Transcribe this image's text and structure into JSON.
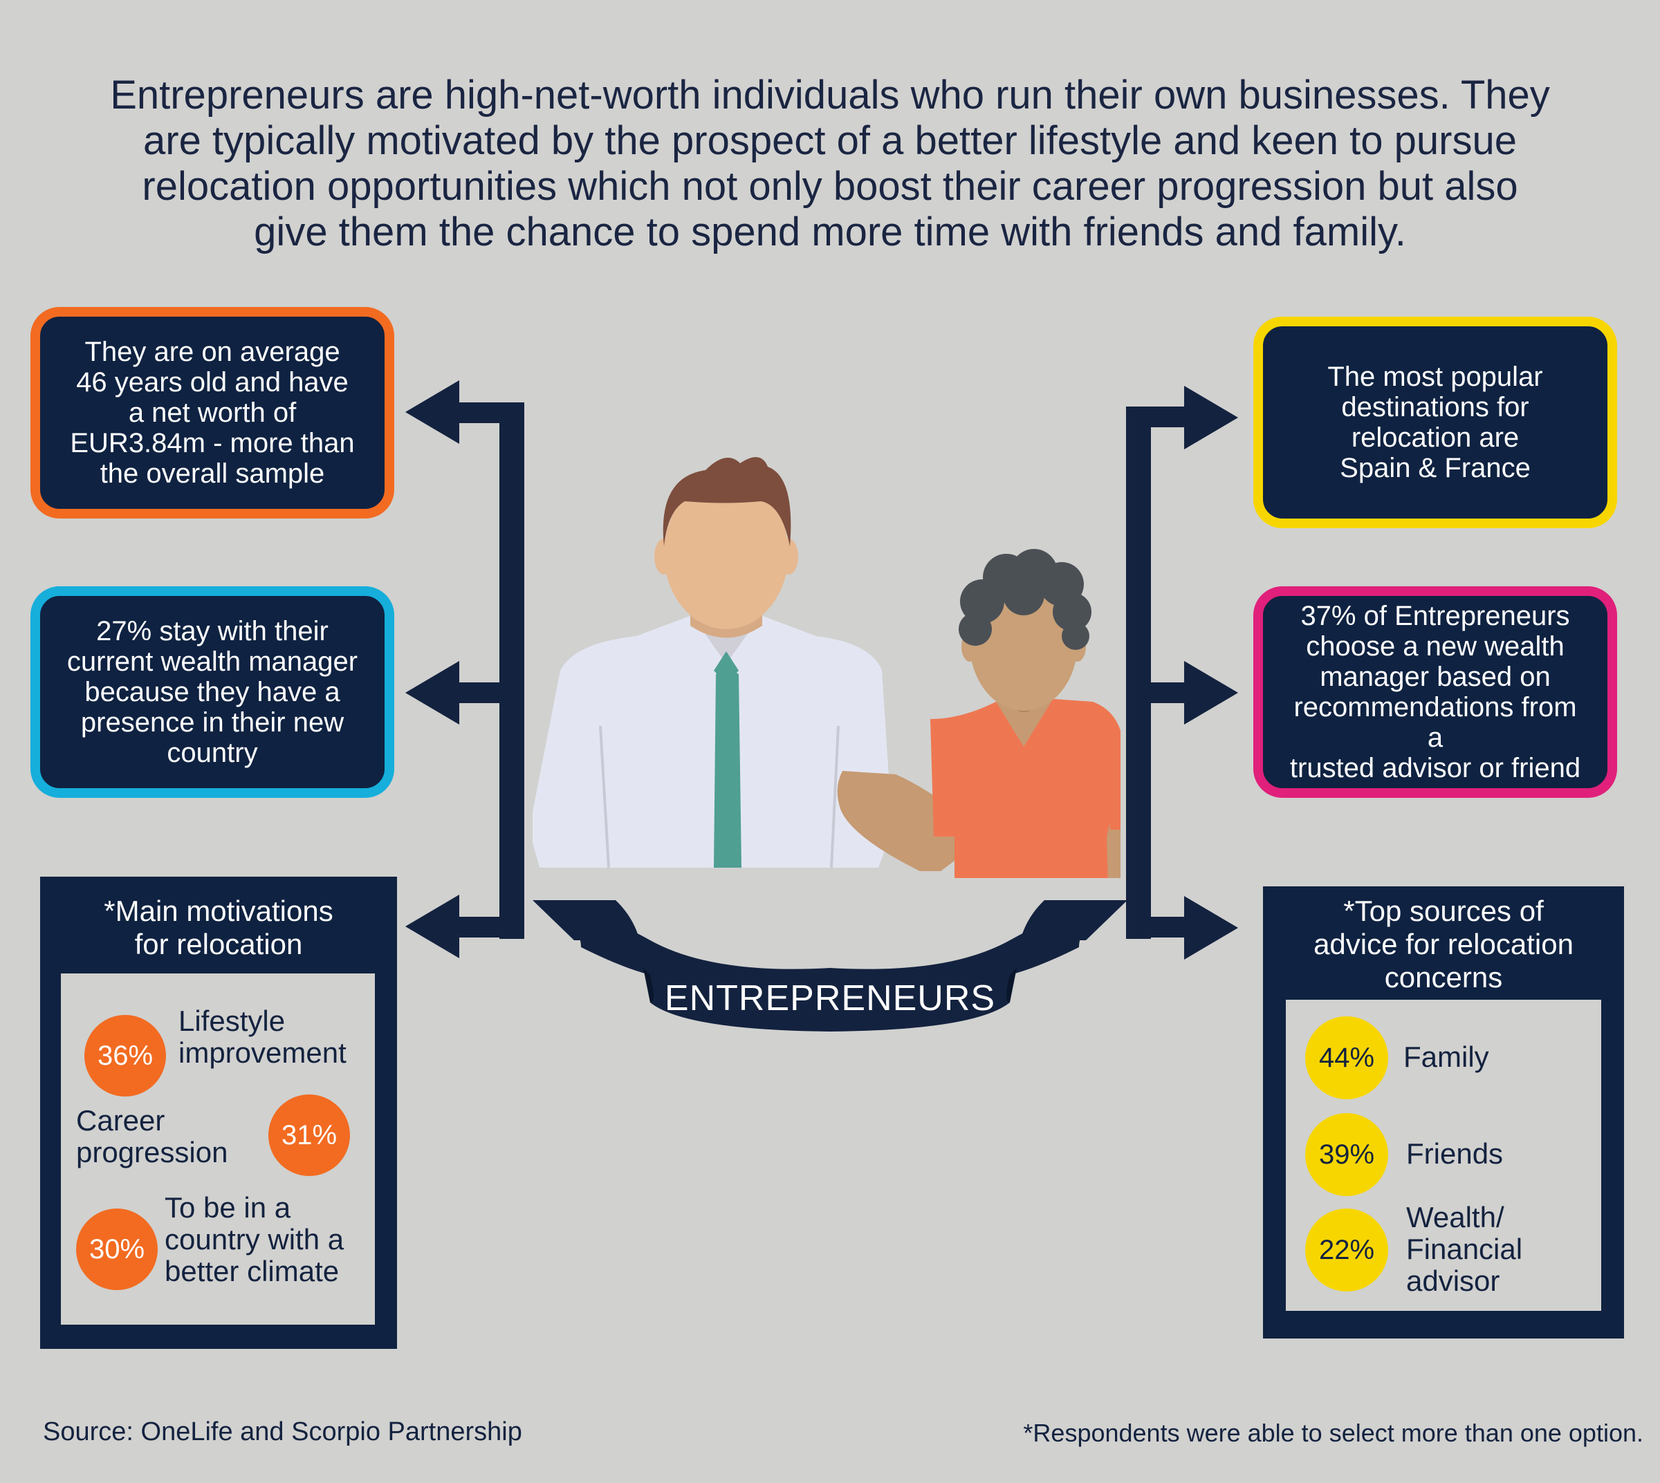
{
  "intro": {
    "line1": "Entrepreneurs are high-net-worth individuals who run their own businesses. They",
    "line2": "are typically motivated by the prospect of a better lifestyle and keen to pursue",
    "line3": "relocation opportunities which not only boost their career progression but also",
    "line4": "give them the chance to spend more time with friends and family."
  },
  "facts": {
    "age": [
      "They are on average",
      "46 years old and  have",
      "a net worth of",
      "EUR3.84m - more than",
      "the overall sample"
    ],
    "wealth_manager": [
      "27% stay with their",
      "current wealth manager",
      "because they have a",
      "presence in their new",
      "country"
    ],
    "destinations": [
      "The most popular",
      "destinations for",
      "relocation are",
      "Spain & France"
    ],
    "advisor": [
      "37% of Entrepreneurs",
      "choose a new wealth",
      "manager based on",
      "recommendations from a",
      "trusted advisor or friend"
    ]
  },
  "banner": {
    "label": "ENTREPRENEURS"
  },
  "motivations": {
    "title_line1": "*Main motivations",
    "title_line2": "for relocation",
    "items": [
      {
        "value": "36%",
        "label_line1": "Lifestyle",
        "label_line2": "improvement",
        "label_line3": ""
      },
      {
        "value": "31%",
        "label_line1": "Career",
        "label_line2": "progression",
        "label_line3": ""
      },
      {
        "value": "30%",
        "label_line1": "To be in a",
        "label_line2": "country with a",
        "label_line3": "better climate"
      }
    ]
  },
  "sources": {
    "title_line1": "*Top sources of",
    "title_line2": "advice for relocation",
    "title_line3": "concerns",
    "items": [
      {
        "value": "44%",
        "label_line1": "Family",
        "label_line2": "",
        "label_line3": ""
      },
      {
        "value": "39%",
        "label_line1": "Friends",
        "label_line2": "",
        "label_line3": ""
      },
      {
        "value": "22%",
        "label_line1": "Wealth/",
        "label_line2": "Financial",
        "label_line3": "advisor"
      }
    ]
  },
  "footer": {
    "source": "Source: OneLife and Scorpio Partnership",
    "note": "*Respondents were able to select more than one option."
  },
  "colors": {
    "navy": "#0f2241",
    "orange": "#f26b21",
    "blue": "#16aedb",
    "yellow": "#f7d600",
    "magenta": "#e0207b",
    "background": "#d1d1cf"
  }
}
